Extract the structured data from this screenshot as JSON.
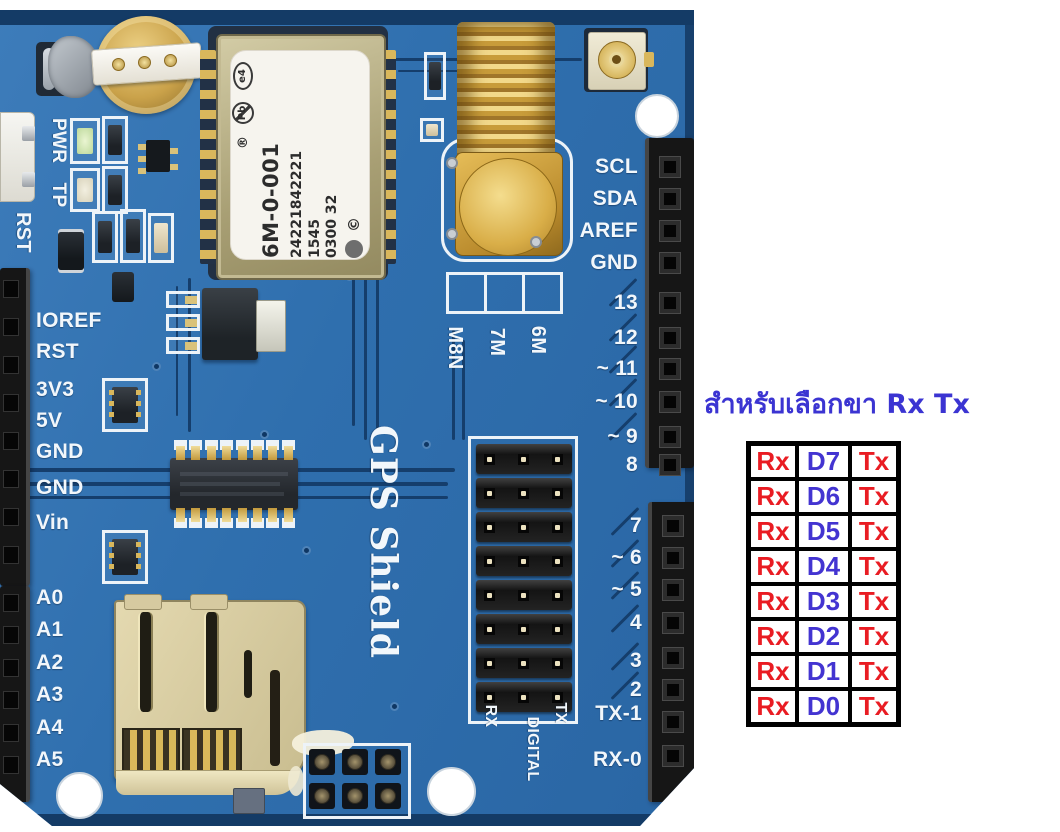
{
  "panel": {
    "title": "สำหรับเลือกขา Rx Tx",
    "colors": {
      "title": "#3b34d2",
      "rx_tx": "#e91c23",
      "pin": "#4334d1",
      "grid": "#000000",
      "cell_bg": "#ffffff"
    },
    "table": {
      "rows": [
        [
          "Rx",
          "D7",
          "Tx"
        ],
        [
          "Rx",
          "D6",
          "Tx"
        ],
        [
          "Rx",
          "D5",
          "Tx"
        ],
        [
          "Rx",
          "D4",
          "Tx"
        ],
        [
          "Rx",
          "D3",
          "Tx"
        ],
        [
          "Rx",
          "D2",
          "Tx"
        ],
        [
          "Rx",
          "D1",
          "Tx"
        ],
        [
          "Rx",
          "D0",
          "Tx"
        ]
      ]
    }
  },
  "board": {
    "vertical_title": "GPS Shield",
    "colors": {
      "pcb": "#2f6fae",
      "silkscreen": "#f2f7fb",
      "trace": "#153e6c",
      "gold": "#d8ab46"
    },
    "right_top_pins": [
      "SCL",
      "SDA",
      "AREF",
      "GND",
      "13",
      "12",
      "~ 11",
      "~ 10",
      "~ 9",
      "8"
    ],
    "right_bottom_pins": [
      "7",
      "~ 6",
      "~ 5",
      "4",
      "3",
      "2",
      "TX-1",
      "RX-0"
    ],
    "left_power_pins": [
      "IOREF",
      "RST",
      "3V3",
      "5V",
      "GND",
      "GND",
      "Vin"
    ],
    "left_analog_pins": [
      "A0",
      "A1",
      "A2",
      "A3",
      "A4",
      "A5"
    ],
    "status_labels": [
      "PWR",
      "TP"
    ],
    "reset_label": "RST",
    "module_variant_options": [
      "M8N",
      "7M",
      "6M"
    ],
    "jumper_labels": [
      "RX",
      "DIGITAL",
      "TX"
    ],
    "gps_module": {
      "model": "6M-0-001",
      "serial": "24221842221",
      "date_code": "1545",
      "lot": "0300 32",
      "marks": {
        "e_mark": "e4",
        "pb": "Pb",
        "registered": "®",
        "copyright": "©"
      }
    }
  }
}
